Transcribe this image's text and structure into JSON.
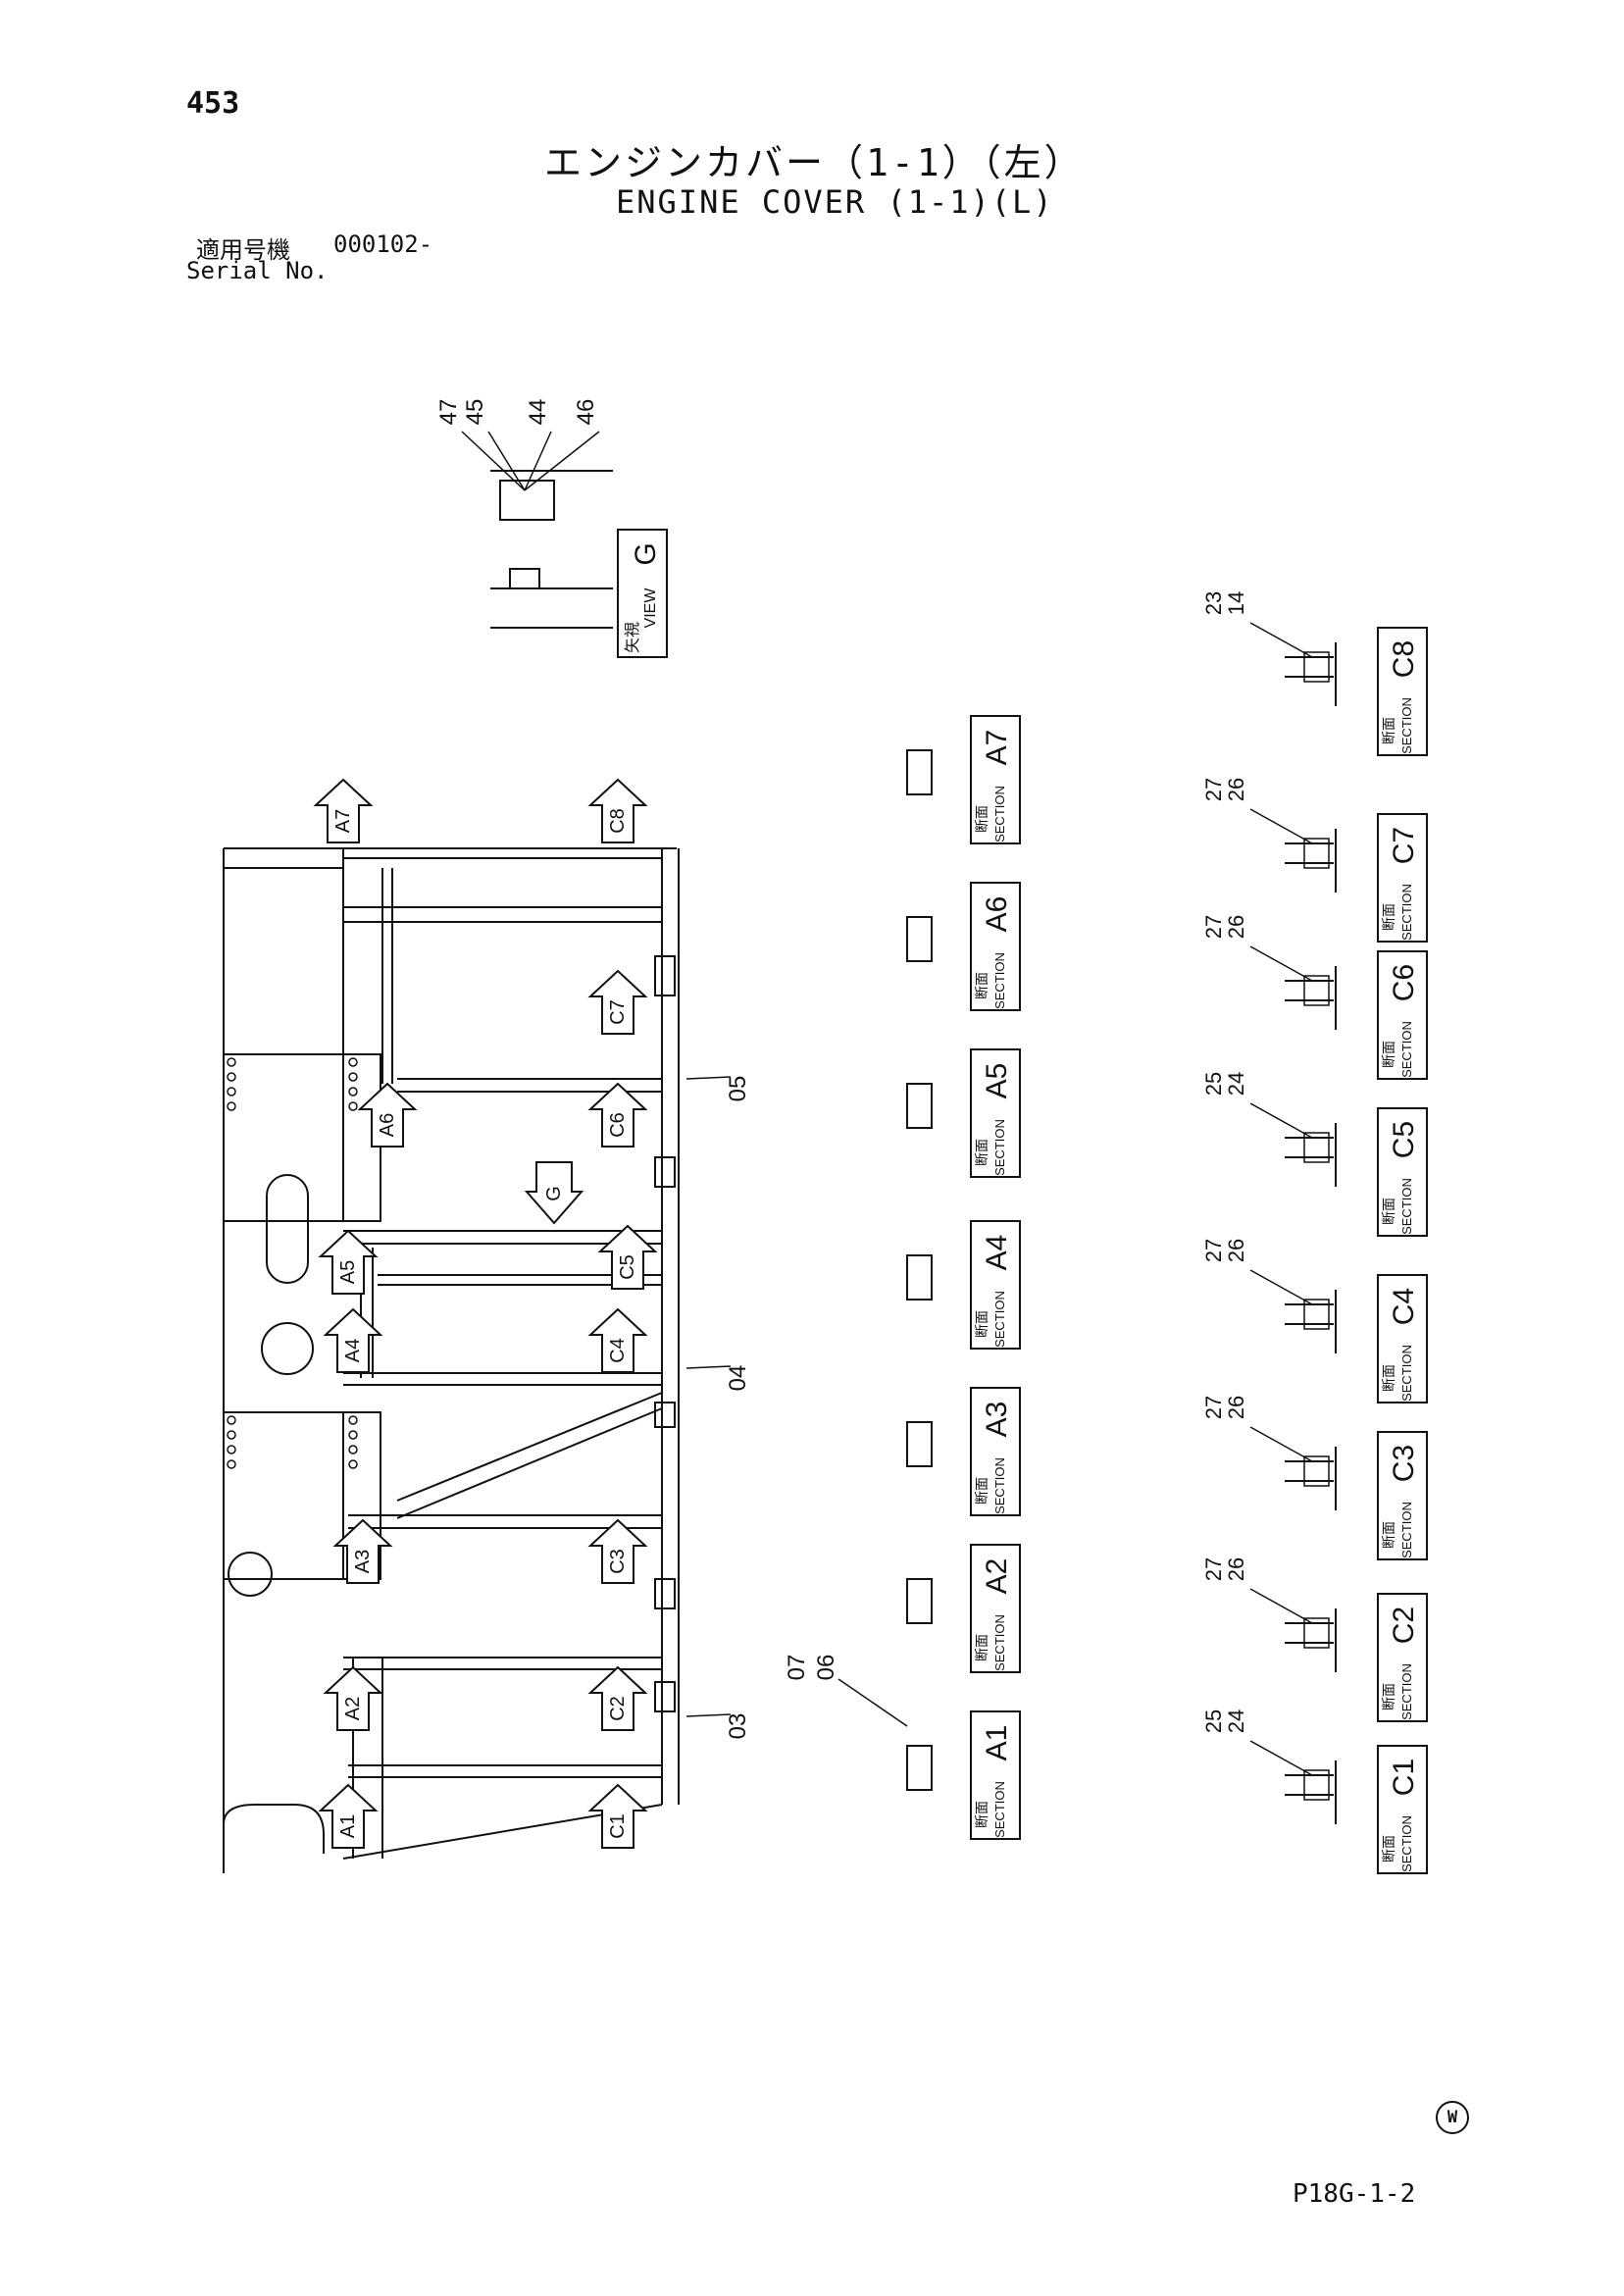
{
  "header": {
    "page_number": "453",
    "title_jp": "エンジンカバー（1-1）（左）",
    "title_en": "ENGINE COVER (1-1)(L)",
    "serial_label_jp": "適用号機",
    "serial_value": "000102-",
    "serial_label_en": "Serial No."
  },
  "footer": {
    "drawing_code": "P18G-1-2",
    "mark": "W"
  },
  "view_g": {
    "callouts": [
      "47",
      "45",
      "44",
      "46"
    ],
    "label_jp": "矢視",
    "label_en": "VIEW",
    "letter": "G"
  },
  "main_callouts": [
    "05",
    "04",
    "03",
    "07",
    "06"
  ],
  "frame_markers": [
    "A7",
    "C8",
    "C7",
    "A6",
    "C6",
    "G",
    "A5",
    "C5",
    "A4",
    "C4",
    "A3",
    "C3",
    "A2",
    "C2",
    "A1",
    "C1"
  ],
  "sections_a": [
    {
      "id": "A7",
      "label_jp": "断面",
      "label_en": "SECTION"
    },
    {
      "id": "A6",
      "label_jp": "断面",
      "label_en": "SECTION"
    },
    {
      "id": "A5",
      "label_jp": "断面",
      "label_en": "SECTION"
    },
    {
      "id": "A4",
      "label_jp": "断面",
      "label_en": "SECTION"
    },
    {
      "id": "A3",
      "label_jp": "断面",
      "label_en": "SECTION"
    },
    {
      "id": "A2",
      "label_jp": "断面",
      "label_en": "SECTION"
    },
    {
      "id": "A1",
      "label_jp": "断面",
      "label_en": "SECTION"
    }
  ],
  "sections_c": [
    {
      "id": "C8",
      "label_jp": "断面",
      "label_en": "SECTION",
      "callouts": [
        "23",
        "14"
      ]
    },
    {
      "id": "C7",
      "label_jp": "断面",
      "label_en": "SECTION",
      "callouts": [
        "27",
        "26"
      ]
    },
    {
      "id": "C6",
      "label_jp": "断面",
      "label_en": "SECTION",
      "callouts": [
        "27",
        "26"
      ]
    },
    {
      "id": "C5",
      "label_jp": "断面",
      "label_en": "SECTION",
      "callouts": [
        "25",
        "24"
      ]
    },
    {
      "id": "C4",
      "label_jp": "断面",
      "label_en": "SECTION",
      "callouts": [
        "27",
        "26"
      ]
    },
    {
      "id": "C3",
      "label_jp": "断面",
      "label_en": "SECTION",
      "callouts": [
        "27",
        "26"
      ]
    },
    {
      "id": "C2",
      "label_jp": "断面",
      "label_en": "SECTION",
      "callouts": [
        "27",
        "26"
      ]
    },
    {
      "id": "C1",
      "label_jp": "断面",
      "label_en": "SECTION",
      "callouts": [
        "25",
        "24"
      ]
    }
  ]
}
